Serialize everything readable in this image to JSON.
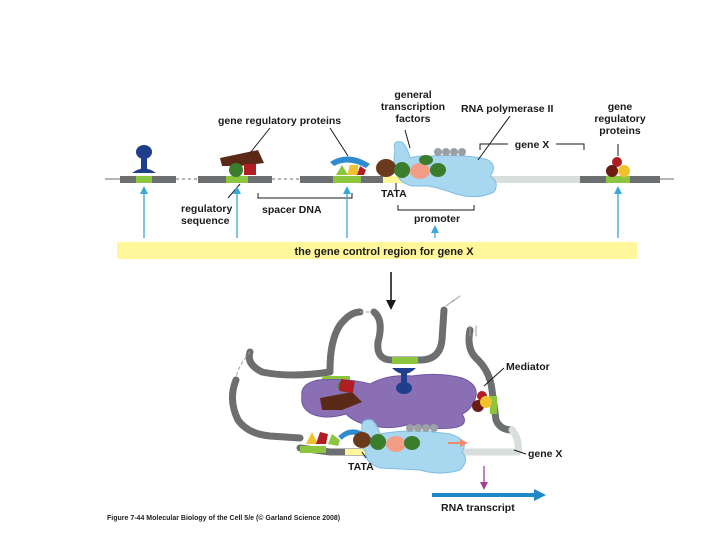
{
  "labels": {
    "gene_regulatory_proteins_top": "gene regulatory proteins",
    "general_tf": [
      "general",
      "transcription",
      "factors"
    ],
    "rna_pol": "RNA polymerase II",
    "gene_reg_proteins_right": [
      "gene",
      "regulatory",
      "proteins"
    ],
    "gene_x": "gene X",
    "tata": "TATA",
    "regulatory_sequence": [
      "regulatory",
      "sequence"
    ],
    "spacer_dna": "spacer DNA",
    "promoter": "promoter",
    "control_region_banner": "the gene control region for gene X",
    "mediator": "Mediator",
    "gene_x_bottom": "gene X",
    "tata_bottom": "TATA",
    "rna_transcript": "RNA transcript"
  },
  "caption": "Figure 7-44  Molecular Biology of the Cell 5/e (© Garland Science 2008)",
  "colors": {
    "dna": "#6d6e70",
    "reg_site": "#8cc63f",
    "banner": "#fff799",
    "arrow_blue": "#3aa8d8",
    "mediator": "#8a6fb5",
    "polymerase": "#a8d8f0",
    "transcript": "#1e88c8",
    "purple_arrow": "#a0409a"
  }
}
